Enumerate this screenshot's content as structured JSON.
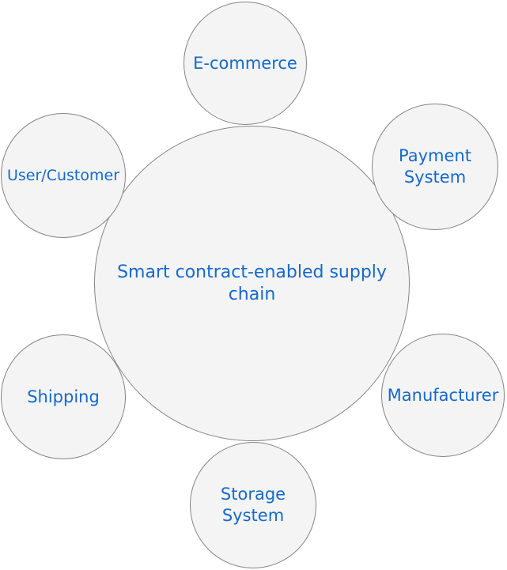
{
  "diagram": {
    "type": "cluster",
    "background_color": "#ffffff",
    "node_fill_color": "#f4f4f4",
    "node_border_color": "#848484",
    "label_color": "#1569cb",
    "center": {
      "label": "Smart contract-enabled supply chain"
    },
    "satellites": [
      {
        "id": "e-commerce",
        "position": "top",
        "label": "E-commerce"
      },
      {
        "id": "user-customer",
        "position": "upper-left",
        "label": "User/Customer"
      },
      {
        "id": "payment-system",
        "position": "upper-right",
        "label": "Payment System"
      },
      {
        "id": "shipping",
        "position": "lower-left",
        "label": "Shipping"
      },
      {
        "id": "manufacturer",
        "position": "lower-right",
        "label": "Manufacturer"
      },
      {
        "id": "storage-system",
        "position": "bottom",
        "label": "Storage System"
      }
    ]
  }
}
